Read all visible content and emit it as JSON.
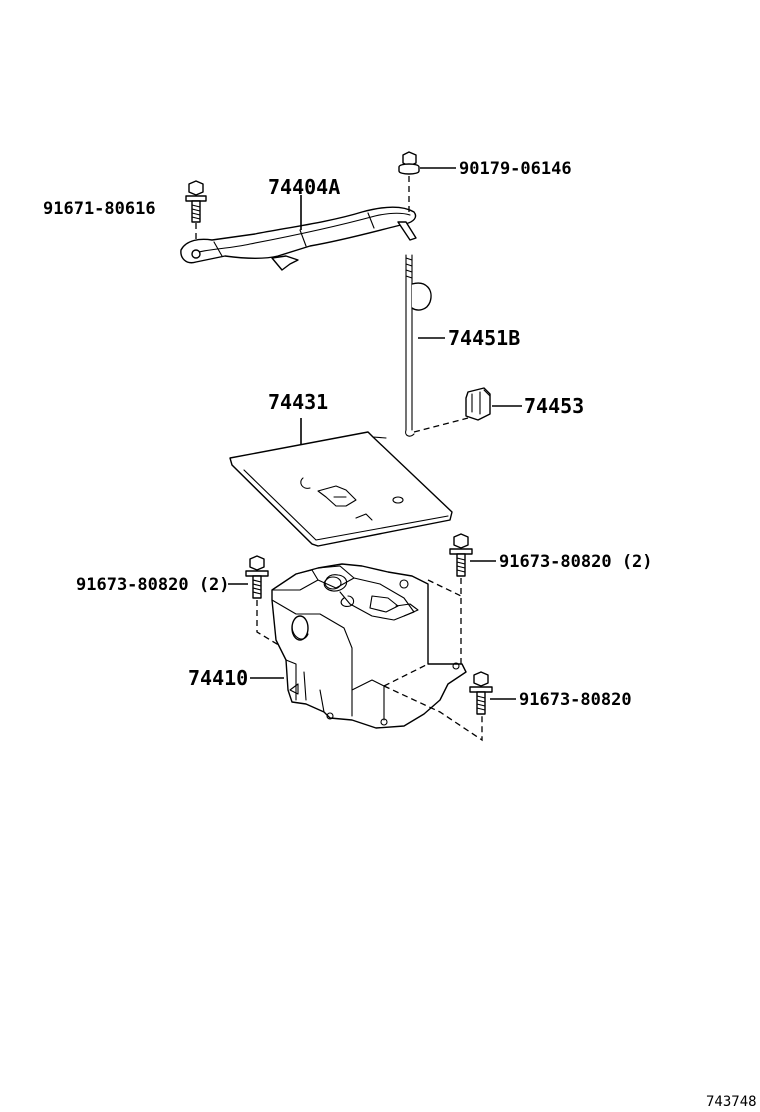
{
  "parts": {
    "bolt_bracket": "91671-80616",
    "bracket": "74404A",
    "bolt_rod": "90179-06146",
    "rod": "74451B",
    "clamp": "74453",
    "tray": "74431",
    "bolt_left": "91673-80820 (2)",
    "bolt_right_upper": "91673-80820 (2)",
    "carrier": "74410",
    "bolt_right_lower": "91673-80820"
  },
  "diagram_id": "743748"
}
